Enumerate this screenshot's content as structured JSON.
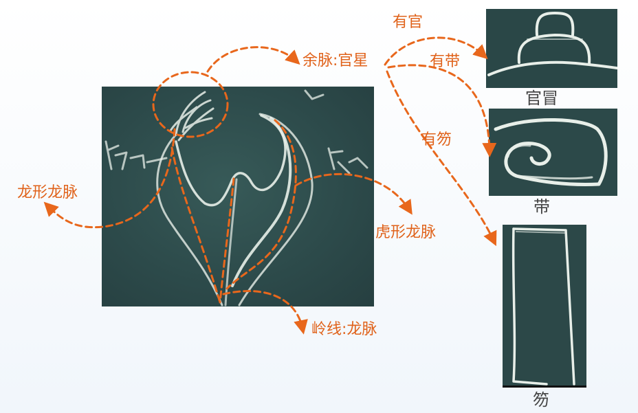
{
  "labels": {
    "yumai": "余脉:官星",
    "you_guan": "有官",
    "you_dai": "有带",
    "you_hu": "有笏",
    "longxing": "龙形龙脉",
    "huxing": "虎形龙脉",
    "lingxian": "岭线:龙脉"
  },
  "captions": {
    "guanmao": "官冒",
    "dai": "带",
    "hu": "笏"
  },
  "colors": {
    "accent": "#e8671c",
    "board": "#2c4a4a",
    "chalk": "#e8efe9"
  }
}
